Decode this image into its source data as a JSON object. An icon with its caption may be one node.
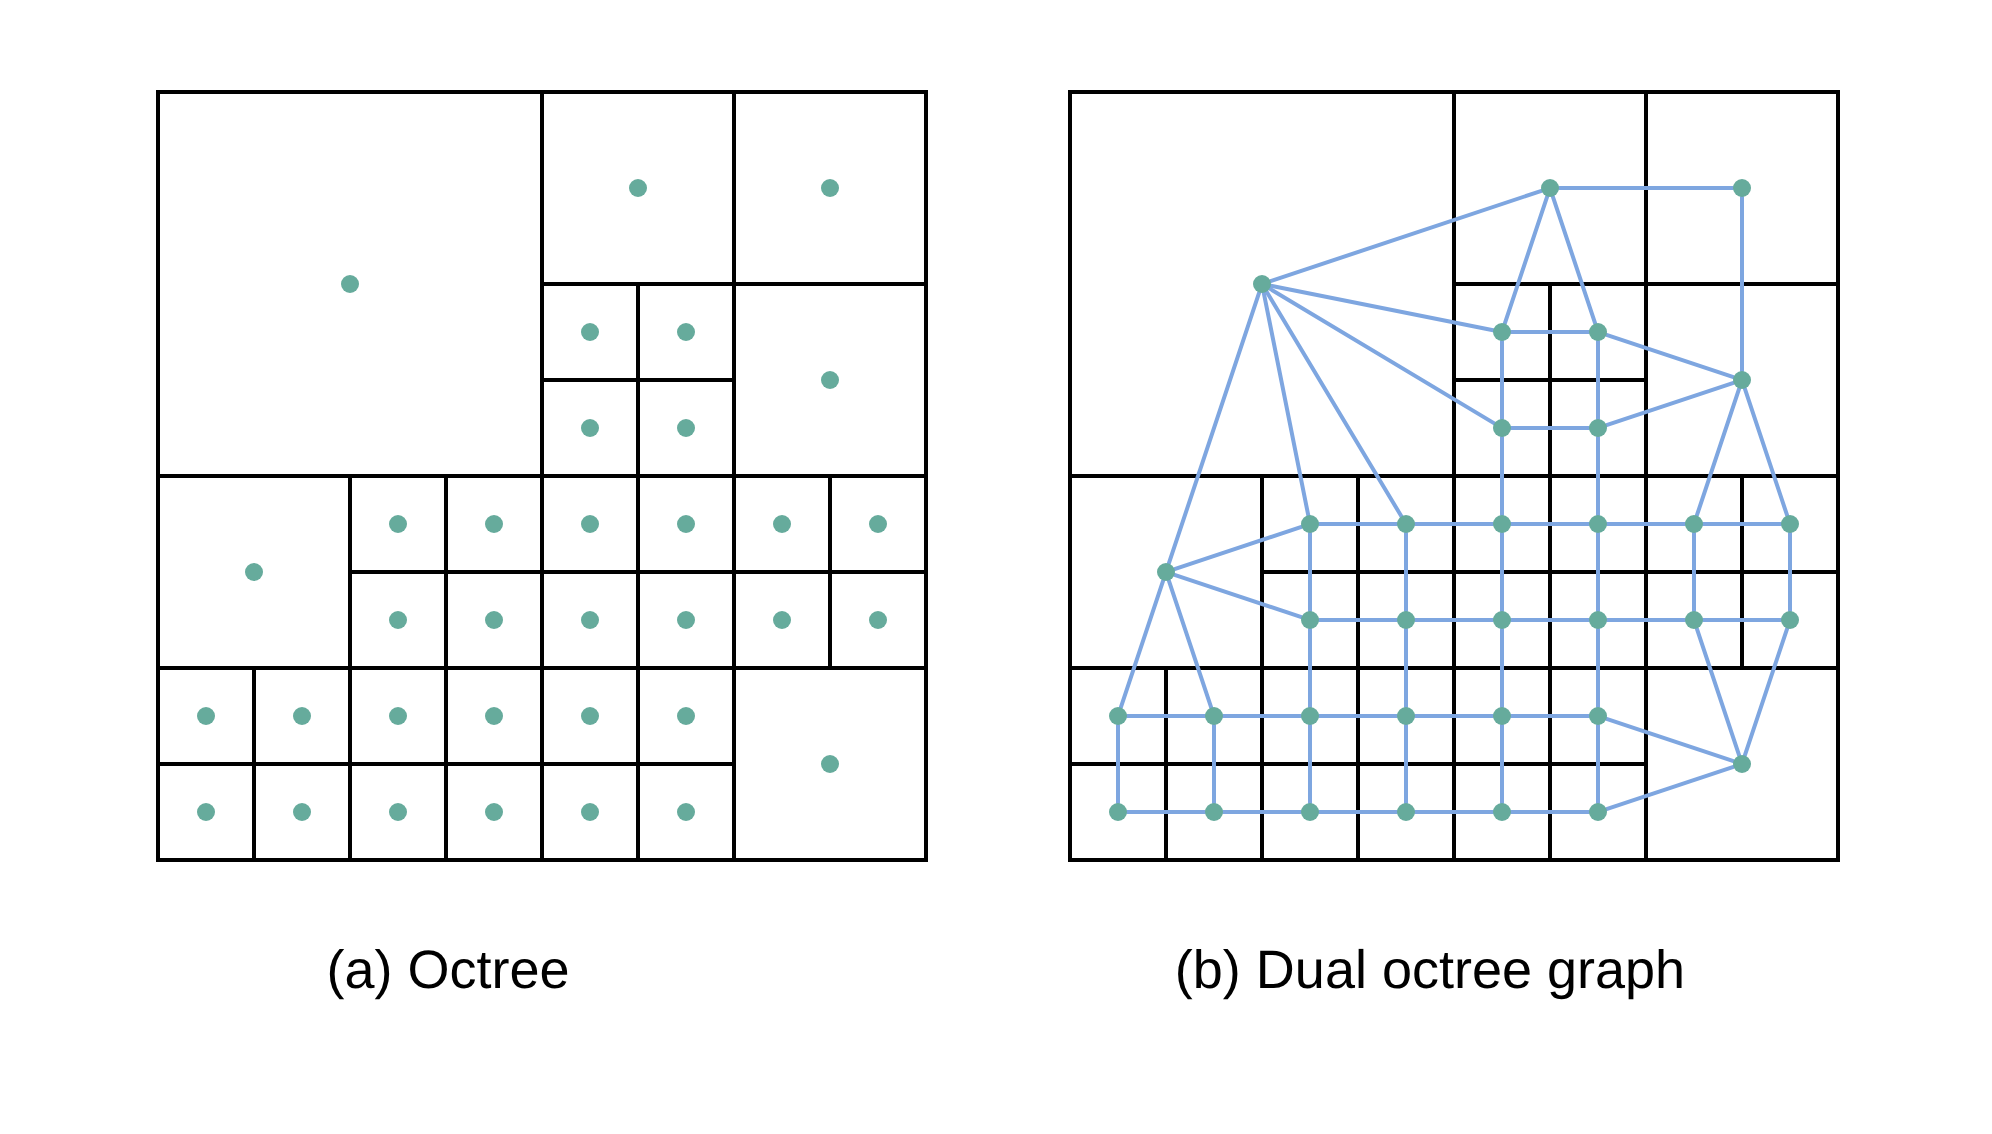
{
  "diagram": {
    "nodes": [
      {
        "text": [],
        "shape": "circle"
      },
      {
        "text": [],
        "shape": "circle"
      },
      {
        "text": [],
        "shape": "circle"
      },
      {
        "text": [],
        "shape": "circle"
      },
      {
        "text": [],
        "shape": "circle"
      },
      {
        "text": [],
        "shape": "circle"
      },
      {
        "text": [],
        "shape": "circle"
      },
      {
        "text": [],
        "shape": "circle"
      },
      {
        "text": [],
        "shape": "circle"
      },
      {
        "text": [],
        "shape": "circle"
      },
      {
        "text": [],
        "shape": "circle"
      },
      {
        "text": [],
        "shape": "circle"
      },
      {
        "text": [],
        "shape": "circle"
      },
      {
        "text": [],
        "shape": "circle"
      },
      {
        "text": [],
        "shape": "circle"
      },
      {
        "text": [],
        "shape": "circle"
      },
      {
        "text": [],
        "shape": "circle"
      },
      {
        "text": [],
        "shape": "circle"
      },
      {
        "text": [],
        "shape": "circle"
      },
      {
        "text": [],
        "shape": "circle"
      },
      {
        "text": [],
        "shape": "circle"
      },
      {
        "text": [],
        "shape": "circle"
      },
      {
        "text": [],
        "shape": "circle"
      },
      {
        "text": [],
        "shape": "circle"
      },
      {
        "text": [],
        "shape": "circle"
      },
      {
        "text": [],
        "shape": "circle"
      },
      {
        "text": [],
        "shape": "circle"
      },
      {
        "text": [],
        "shape": "circle"
      },
      {
        "text": [],
        "shape": "circle"
      },
      {
        "text": [],
        "shape": "circle"
      },
      {
        "text": [],
        "shape": "circle"
      },
      {
        "text": [],
        "shape": "circle"
      },
      {
        "text": [],
        "shape": "circle"
      },
      {
        "text": [],
        "shape": "circle"
      },
      {
        "text": [],
        "shape": "circle"
      },
      {
        "text": [],
        "shape": "circle"
      },
      {
        "text": [],
        "shape": "circle"
      },
      {
        "text": [],
        "shape": "circle"
      },
      {
        "text": [],
        "shape": "circle"
      },
      {
        "text": [],
        "shape": "circle"
      },
      {
        "text": [],
        "shape": "circle"
      },
      {
        "text": [],
        "shape": "circle"
      },
      {
        "text": [],
        "shape": "circle"
      },
      {
        "text": [],
        "shape": "circle"
      },
      {
        "text": [],
        "shape": "circle"
      },
      {
        "text": [],
        "shape": "circle"
      },
      {
        "text": [],
        "shape": "circle"
      },
      {
        "text": [],
        "shape": "circle"
      },
      {
        "text": [],
        "shape": "circle"
      },
      {
        "text": [],
        "shape": "circle"
      },
      {
        "text": [],
        "shape": "circle"
      },
      {
        "text": [],
        "shape": "circle"
      },
      {
        "text": [],
        "shape": "circle"
      },
      {
        "text": [],
        "shape": "circle"
      },
      {
        "text": [],
        "shape": "circle"
      },
      {
        "text": [],
        "shape": "circle"
      },
      {
        "text": [],
        "shape": "circle"
      },
      {
        "text": [],
        "shape": "circle"
      },
      {
        "text": [],
        "shape": "circle"
      },
      {
        "text": [],
        "shape": "circle"
      },
      {
        "text": [],
        "shape": "circle"
      },
      {
        "text": [],
        "shape": "circle"
      },
      {
        "text": [],
        "shape": "circle"
      },
      {
        "text": [],
        "shape": "circle"
      },
      {
        "text": [],
        "shape": "circle"
      },
      {
        "text": [],
        "shape": "circle"
      },
      {
        "text": [],
        "shape": "circle"
      },
      {
        "text": [],
        "shape": "circle"
      }
    ],
    "edges": [
      {
        "from": 36,
        "to": 34,
        "arrow": "none"
      },
      {
        "from": 36,
        "to": 37,
        "arrow": "none"
      },
      {
        "from": 36,
        "to": 40,
        "arrow": "none"
      },
      {
        "from": 36,
        "to": 48,
        "arrow": "none"
      },
      {
        "from": 36,
        "to": 42,
        "arrow": "none"
      },
      {
        "from": 36,
        "to": 43,
        "arrow": "none"
      },
      {
        "from": 34,
        "to": 35,
        "arrow": "none"
      },
      {
        "from": 34,
        "to": 37,
        "arrow": "none"
      },
      {
        "from": 34,
        "to": 38,
        "arrow": "none"
      },
      {
        "from": 35,
        "to": 39,
        "arrow": "none"
      },
      {
        "from": 39,
        "to": 38,
        "arrow": "none"
      },
      {
        "from": 39,
        "to": 41,
        "arrow": "none"
      },
      {
        "from": 39,
        "to": 46,
        "arrow": "none"
      },
      {
        "from": 39,
        "to": 47,
        "arrow": "none"
      },
      {
        "from": 37,
        "to": 38,
        "arrow": "none"
      },
      {
        "from": 37,
        "to": 40,
        "arrow": "none"
      },
      {
        "from": 38,
        "to": 41,
        "arrow": "none"
      },
      {
        "from": 40,
        "to": 41,
        "arrow": "none"
      },
      {
        "from": 40,
        "to": 44,
        "arrow": "none"
      },
      {
        "from": 41,
        "to": 45,
        "arrow": "none"
      },
      {
        "from": 48,
        "to": 42,
        "arrow": "none"
      },
      {
        "from": 48,
        "to": 49,
        "arrow": "none"
      },
      {
        "from": 48,
        "to": 55,
        "arrow": "none"
      },
      {
        "from": 48,
        "to": 56,
        "arrow": "none"
      },
      {
        "from": 42,
        "to": 43,
        "arrow": "none"
      },
      {
        "from": 43,
        "to": 44,
        "arrow": "none"
      },
      {
        "from": 44,
        "to": 45,
        "arrow": "none"
      },
      {
        "from": 45,
        "to": 46,
        "arrow": "none"
      },
      {
        "from": 46,
        "to": 47,
        "arrow": "none"
      },
      {
        "from": 49,
        "to": 50,
        "arrow": "none"
      },
      {
        "from": 50,
        "to": 51,
        "arrow": "none"
      },
      {
        "from": 51,
        "to": 52,
        "arrow": "none"
      },
      {
        "from": 52,
        "to": 53,
        "arrow": "none"
      },
      {
        "from": 53,
        "to": 54,
        "arrow": "none"
      },
      {
        "from": 42,
        "to": 49,
        "arrow": "none"
      },
      {
        "from": 43,
        "to": 50,
        "arrow": "none"
      },
      {
        "from": 44,
        "to": 51,
        "arrow": "none"
      },
      {
        "from": 45,
        "to": 52,
        "arrow": "none"
      },
      {
        "from": 46,
        "to": 53,
        "arrow": "none"
      },
      {
        "from": 47,
        "to": 54,
        "arrow": "none"
      },
      {
        "from": 49,
        "to": 57,
        "arrow": "none"
      },
      {
        "from": 50,
        "to": 58,
        "arrow": "none"
      },
      {
        "from": 51,
        "to": 59,
        "arrow": "none"
      },
      {
        "from": 52,
        "to": 60,
        "arrow": "none"
      },
      {
        "from": 55,
        "to": 56,
        "arrow": "none"
      },
      {
        "from": 56,
        "to": 57,
        "arrow": "none"
      },
      {
        "from": 57,
        "to": 58,
        "arrow": "none"
      },
      {
        "from": 58,
        "to": 59,
        "arrow": "none"
      },
      {
        "from": 59,
        "to": 60,
        "arrow": "none"
      },
      {
        "from": 62,
        "to": 63,
        "arrow": "none"
      },
      {
        "from": 63,
        "to": 64,
        "arrow": "none"
      },
      {
        "from": 64,
        "to": 65,
        "arrow": "none"
      },
      {
        "from": 65,
        "to": 66,
        "arrow": "none"
      },
      {
        "from": 66,
        "to": 67,
        "arrow": "none"
      },
      {
        "from": 55,
        "to": 62,
        "arrow": "none"
      },
      {
        "from": 56,
        "to": 63,
        "arrow": "none"
      },
      {
        "from": 57,
        "to": 64,
        "arrow": "none"
      },
      {
        "from": 58,
        "to": 65,
        "arrow": "none"
      },
      {
        "from": 59,
        "to": 66,
        "arrow": "none"
      },
      {
        "from": 60,
        "to": 67,
        "arrow": "none"
      },
      {
        "from": 53,
        "to": 61,
        "arrow": "none"
      },
      {
        "from": 54,
        "to": 61,
        "arrow": "none"
      },
      {
        "from": 60,
        "to": 61,
        "arrow": "none"
      },
      {
        "from": 67,
        "to": 61,
        "arrow": "none"
      }
    ],
    "labels": [
      "(a) Octree",
      "(b) Dual octree graph"
    ]
  }
}
